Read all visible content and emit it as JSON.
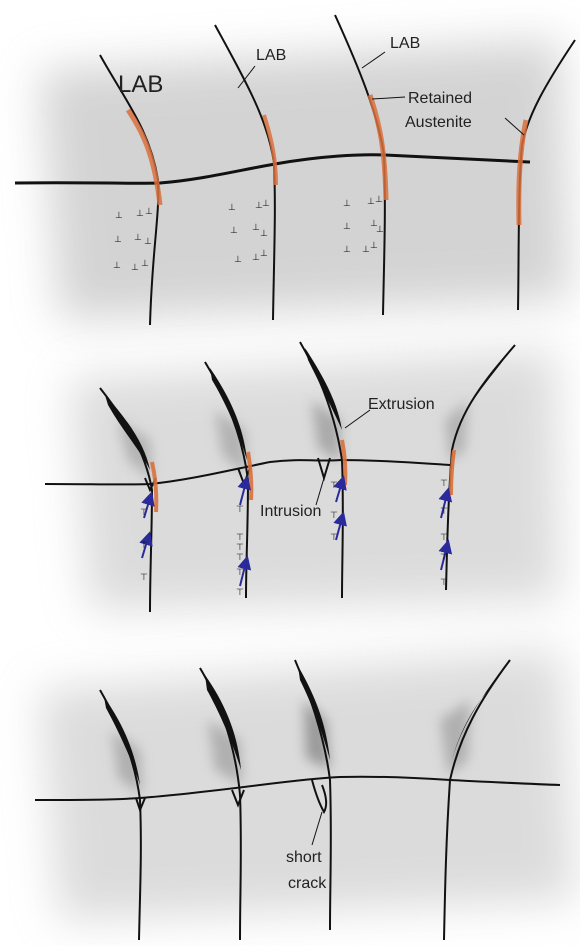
{
  "panel1": {
    "labels": {
      "lab_large": "LAB",
      "lab_2": "LAB",
      "lab_3": "LAB",
      "retained_line1": "Retained",
      "retained_line2": "Austenite"
    }
  },
  "panel2": {
    "labels": {
      "extrusion": "Extrusion",
      "intrusion": "Intrusion"
    }
  },
  "panel3": {
    "labels": {
      "short": "short",
      "crack": "crack"
    }
  },
  "symbols": {
    "dislocation": "⊥",
    "dislocation_side": "⊤"
  },
  "colors": {
    "boundary": "#111111",
    "austenite": "#d9703c",
    "arrow": "#2a2a9c",
    "shading": "#b8b8b8"
  }
}
